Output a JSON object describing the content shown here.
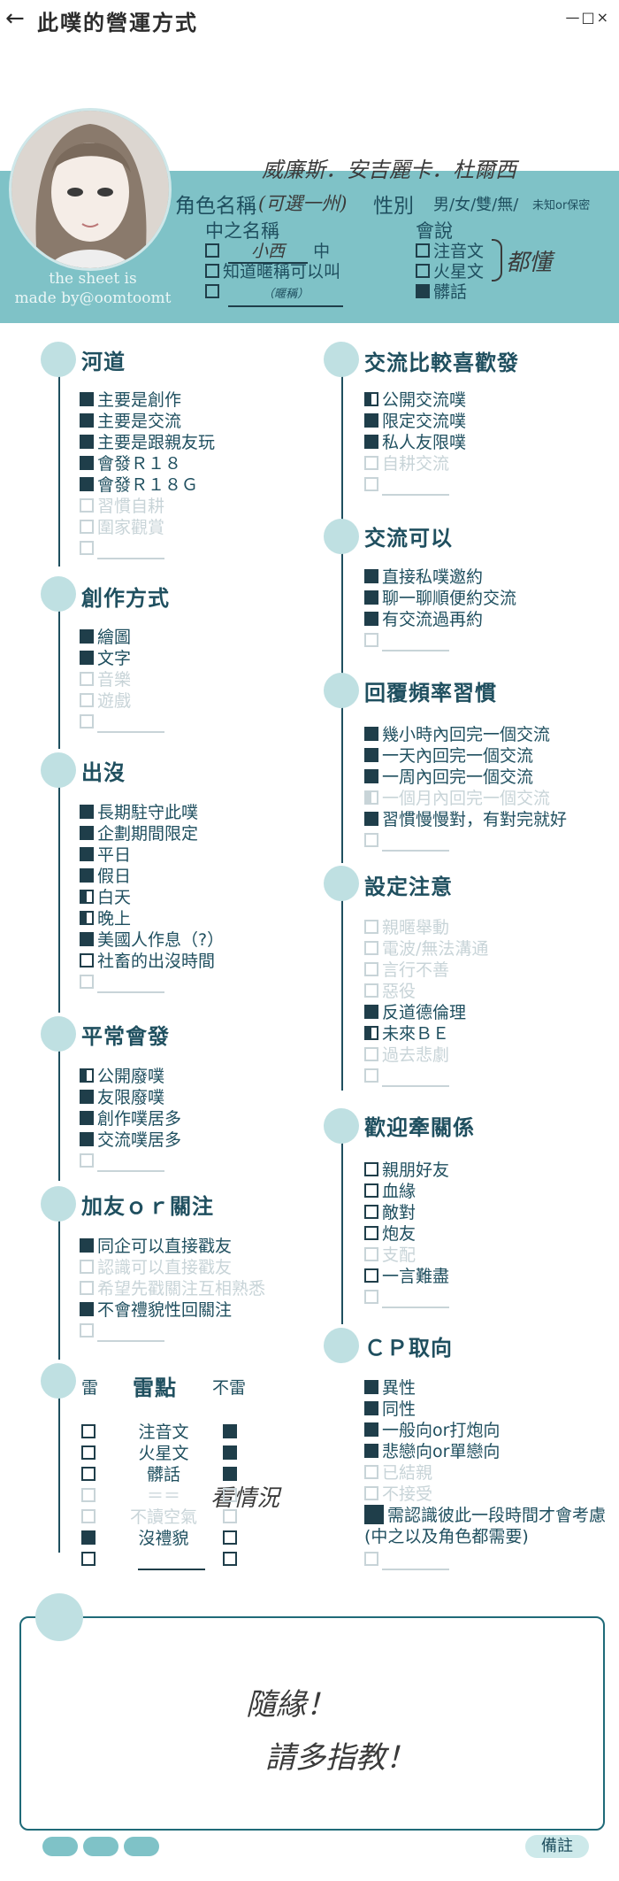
{
  "topbar": {
    "back": "←",
    "title": "此噗的營運方式",
    "controls": "—□×"
  },
  "header": {
    "name_label": "角色名稱",
    "name_note": "(可選一州)",
    "name_value": "威廉斯．安吉麗卡．杜爾西",
    "gender_label": "性別",
    "gender_options": "男/女/雙/無/",
    "gender_unknown": "未知or保密",
    "nick_label": "中之名稱",
    "nick_opt1_value": "小西",
    "nick_opt1_suffix": "中",
    "nick_opt2": "知道暱稱可以叫",
    "nick_opt3_placeholder": "（暱稱）",
    "lang_label": "會說",
    "lang_opt1": "注音文",
    "lang_opt2": "火星文",
    "lang_opt3": "髒話",
    "lang_note": "都懂",
    "credit1": "the sheet is",
    "credit2": "made by@oomtoomt"
  },
  "left": {
    "s1": {
      "title": "河道",
      "items": [
        {
          "t": "主要是創作",
          "s": "full"
        },
        {
          "t": "主要是交流",
          "s": "full"
        },
        {
          "t": "主要是跟親友玩",
          "s": "full"
        },
        {
          "t": "會發Ｒ１８",
          "s": "full"
        },
        {
          "t": "會發Ｒ１８Ｇ",
          "s": "full"
        },
        {
          "t": "習慣自耕",
          "s": "off"
        },
        {
          "t": "圍家觀賞",
          "s": "off"
        }
      ]
    },
    "s2": {
      "title": "創作方式",
      "items": [
        {
          "t": "繪圖",
          "s": "full"
        },
        {
          "t": "文字",
          "s": "full"
        },
        {
          "t": "音樂",
          "s": "off"
        },
        {
          "t": "遊戲",
          "s": "off"
        }
      ]
    },
    "s3": {
      "title": "出沒",
      "items": [
        {
          "t": "長期駐守此噗",
          "s": "full"
        },
        {
          "t": "企劃期間限定",
          "s": "full"
        },
        {
          "t": "平日",
          "s": "full"
        },
        {
          "t": "假日",
          "s": "full"
        },
        {
          "t": "白天",
          "s": "half"
        },
        {
          "t": "晚上",
          "s": "half"
        },
        {
          "t": "美國人作息（?）",
          "s": "full"
        },
        {
          "t": "社畜的出沒時間",
          "s": "empty"
        }
      ]
    },
    "s4": {
      "title": "平常會發",
      "items": [
        {
          "t": "公開廢噗",
          "s": "half"
        },
        {
          "t": "友限廢噗",
          "s": "full"
        },
        {
          "t": "創作噗居多",
          "s": "full"
        },
        {
          "t": "交流噗居多",
          "s": "full"
        }
      ]
    },
    "s5": {
      "title": "加友ｏｒ關注",
      "items": [
        {
          "t": "同企可以直接戳友",
          "s": "full"
        },
        {
          "t": "認識可以直接戳友",
          "s": "off"
        },
        {
          "t": "希望先戳關注互相熟悉",
          "s": "off"
        },
        {
          "t": "不會禮貌性回關注",
          "s": "full"
        }
      ]
    },
    "s6": {
      "title": "雷點",
      "col_left": "雷",
      "col_right": "不雷",
      "note": "看情況",
      "rows": [
        {
          "t": "注音文",
          "l": "empty",
          "r": "full"
        },
        {
          "t": "火星文",
          "l": "empty",
          "r": "full"
        },
        {
          "t": "髒話",
          "l": "empty",
          "r": "full"
        },
        {
          "t": "＝＝",
          "l": "off",
          "r": "off"
        },
        {
          "t": "不讀空氣",
          "l": "off",
          "r": "off"
        },
        {
          "t": "沒禮貌",
          "l": "full",
          "r": "empty"
        }
      ]
    }
  },
  "right": {
    "s1": {
      "title": "交流比較喜歡發",
      "items": [
        {
          "t": "公開交流噗",
          "s": "half"
        },
        {
          "t": "限定交流噗",
          "s": "full"
        },
        {
          "t": "私人友限噗",
          "s": "full"
        },
        {
          "t": "自耕交流",
          "s": "off"
        }
      ]
    },
    "s2": {
      "title": "交流可以",
      "items": [
        {
          "t": "直接私噗邀約",
          "s": "full"
        },
        {
          "t": "聊一聊順便約交流",
          "s": "full"
        },
        {
          "t": "有交流過再約",
          "s": "full"
        }
      ]
    },
    "s3": {
      "title": "回覆頻率習慣",
      "items": [
        {
          "t": "幾小時內回完一個交流",
          "s": "full"
        },
        {
          "t": "一天內回完一個交流",
          "s": "full"
        },
        {
          "t": "一周內回完一個交流",
          "s": "full"
        },
        {
          "t": "一個月內回完一個交流",
          "s": "offhalf"
        },
        {
          "t": "習慣慢慢對，有對完就好",
          "s": "full"
        }
      ]
    },
    "s4": {
      "title": "設定注意",
      "items": [
        {
          "t": "親暱舉動",
          "s": "off"
        },
        {
          "t": "電波/無法溝通",
          "s": "off"
        },
        {
          "t": "言行不善",
          "s": "off"
        },
        {
          "t": "惡役",
          "s": "off"
        },
        {
          "t": "反道德倫理",
          "s": "full"
        },
        {
          "t": "未來ＢＥ",
          "s": "half"
        },
        {
          "t": "過去悲劇",
          "s": "off"
        }
      ]
    },
    "s5": {
      "title": "歡迎牽關係",
      "items": [
        {
          "t": "親朋好友",
          "s": "empty"
        },
        {
          "t": "血緣",
          "s": "empty"
        },
        {
          "t": "敵對",
          "s": "empty"
        },
        {
          "t": "炮友",
          "s": "empty"
        },
        {
          "t": "支配",
          "s": "off"
        },
        {
          "t": "一言難盡",
          "s": "empty"
        }
      ]
    },
    "s6": {
      "title": "ＣＰ取向",
      "items": [
        {
          "t": "異性",
          "s": "full"
        },
        {
          "t": "同性",
          "s": "full"
        },
        {
          "t": "一般向or打炮向",
          "s": "full"
        },
        {
          "t": "悲戀向or單戀向",
          "s": "full"
        },
        {
          "t": "已結親",
          "s": "off"
        },
        {
          "t": "不接受",
          "s": "off"
        }
      ],
      "last1": "需認識彼此一段時間才會考慮",
      "last2": "(中之以及角色都需要)"
    }
  },
  "notes": {
    "line1": "隨緣！",
    "line2": "請多指教！",
    "label": "備註"
  }
}
